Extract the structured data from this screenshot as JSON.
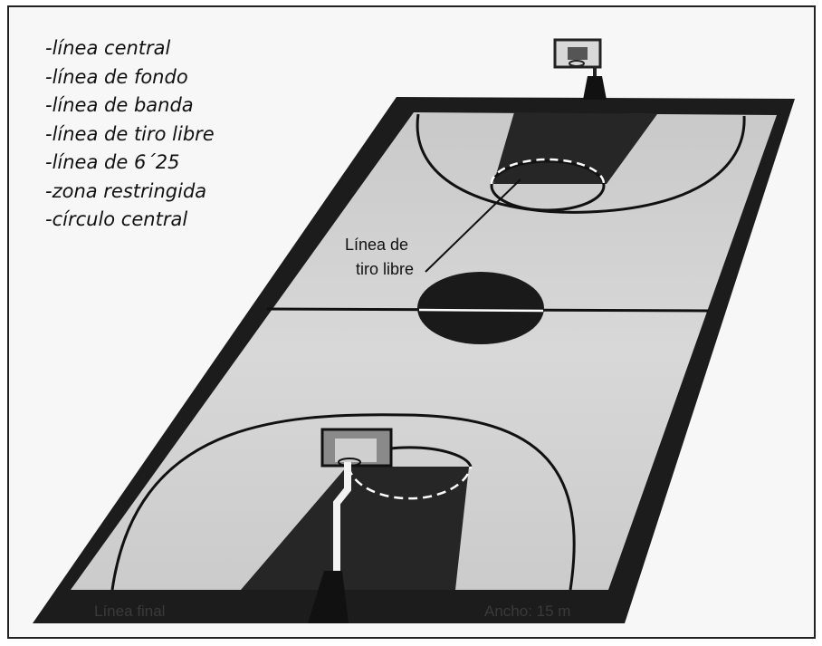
{
  "legend": [
    "-línea central",
    "-línea de fondo",
    "-línea de banda",
    "-línea de tiro libre",
    "-línea de 6´25",
    "-zona restringida",
    "-círculo central"
  ],
  "callout": {
    "line1": "Línea de",
    "line2": "tiro libre"
  },
  "bottom_labels": {
    "left": "Línea final",
    "right": "Ancho: 15 m"
  },
  "colors": {
    "floor": "#cdcdcd",
    "border": "#1c1c1c",
    "paint": "#262626",
    "lines": "#111111",
    "background": "#f7f7f7"
  },
  "icons": [
    "backboard-icon",
    "hoop-icon",
    "basket-stanchion-icon"
  ]
}
